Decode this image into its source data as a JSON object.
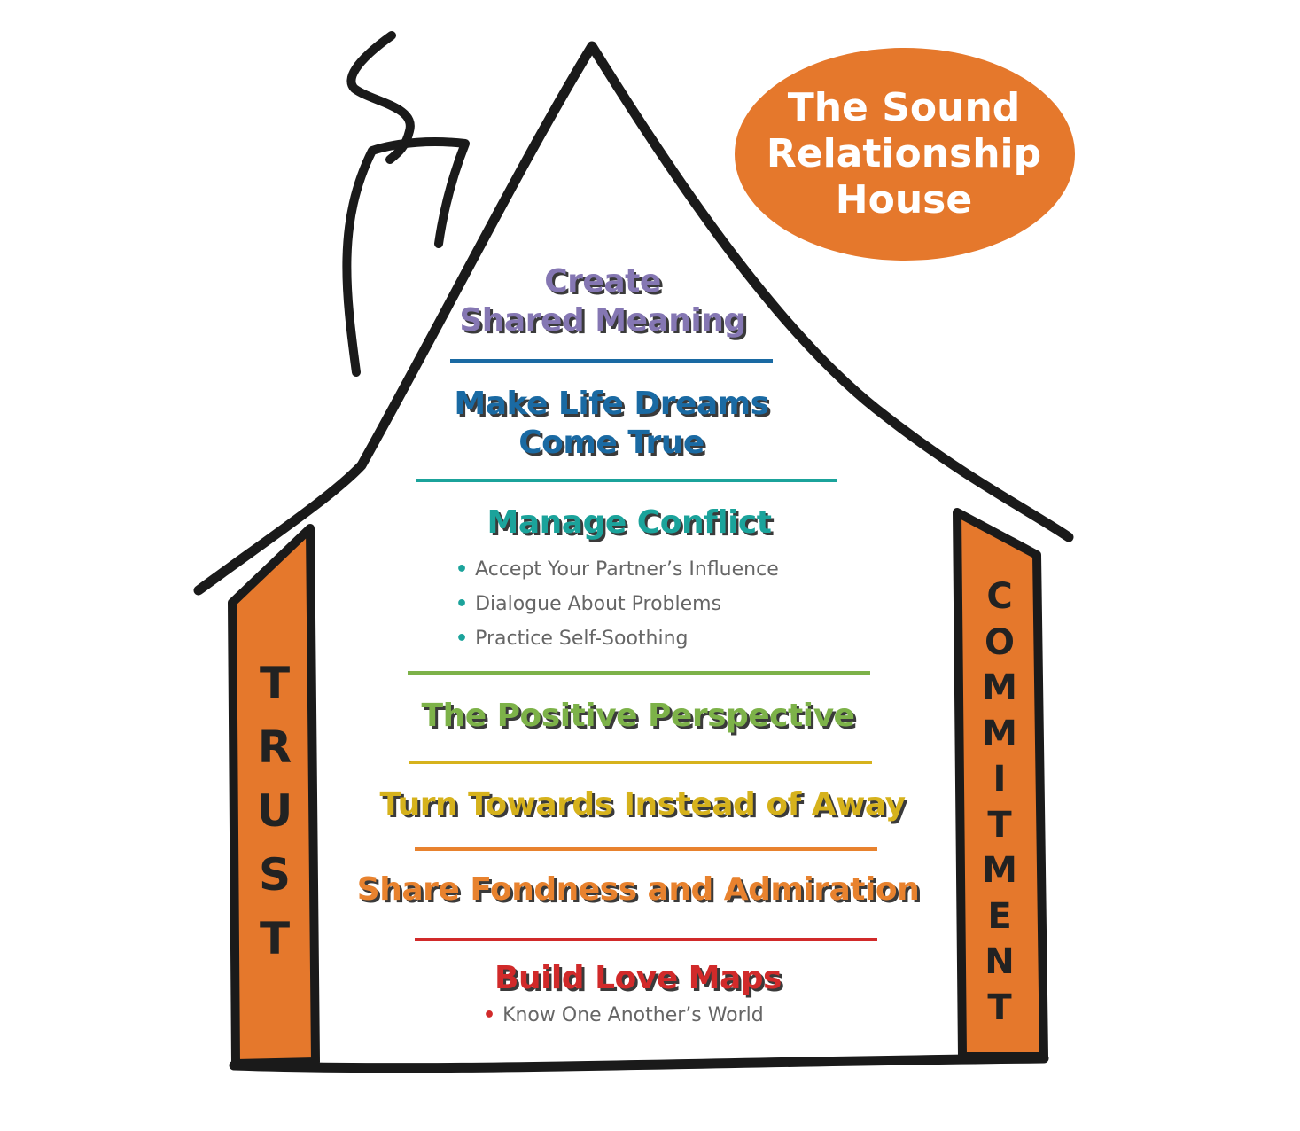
{
  "title": {
    "lines": [
      "The Sound",
      "Relationship",
      "House"
    ]
  },
  "levels": [
    {
      "id": "shared-meaning",
      "lines": [
        "Create",
        "Shared Meaning"
      ],
      "color": "#8577b3"
    },
    {
      "id": "life-dreams",
      "lines": [
        "Make Life Dreams",
        "Come True"
      ],
      "color": "#1a6aa3"
    },
    {
      "id": "manage-conflict",
      "lines": [
        "Manage Conflict"
      ],
      "color": "#1ba39b",
      "bullets": [
        "Accept Your Partner’s Influence",
        "Dialogue About Problems",
        "Practice Self-Soothing"
      ]
    },
    {
      "id": "positive-perspective",
      "lines": [
        "The Positive Perspective"
      ],
      "color": "#7db249"
    },
    {
      "id": "turn-towards",
      "lines": [
        "Turn Towards Instead of Away"
      ],
      "color": "#d6b21c"
    },
    {
      "id": "fondness-admiration",
      "lines": [
        "Share Fondness and Admiration"
      ],
      "color": "#e8822e"
    },
    {
      "id": "love-maps",
      "lines": [
        "Build Love Maps"
      ],
      "color": "#d12a2a",
      "bullets": [
        "Know One Another’s World"
      ]
    }
  ],
  "pillars": {
    "left": {
      "letters": [
        "T",
        "R",
        "U",
        "S",
        "T"
      ]
    },
    "right": {
      "letters": [
        "C",
        "O",
        "M",
        "M",
        "I",
        "T",
        "M",
        "E",
        "N",
        "T"
      ]
    }
  },
  "colors": {
    "orange": "#e5782c",
    "outline": "#1a1a1a",
    "bullet_text": "#666666",
    "divider_blue": "#1a6aa3",
    "divider_teal": "#1ba39b",
    "divider_green": "#7db249",
    "divider_yellow": "#d6b21c",
    "divider_orange": "#e8822e",
    "divider_red": "#d12a2a"
  }
}
